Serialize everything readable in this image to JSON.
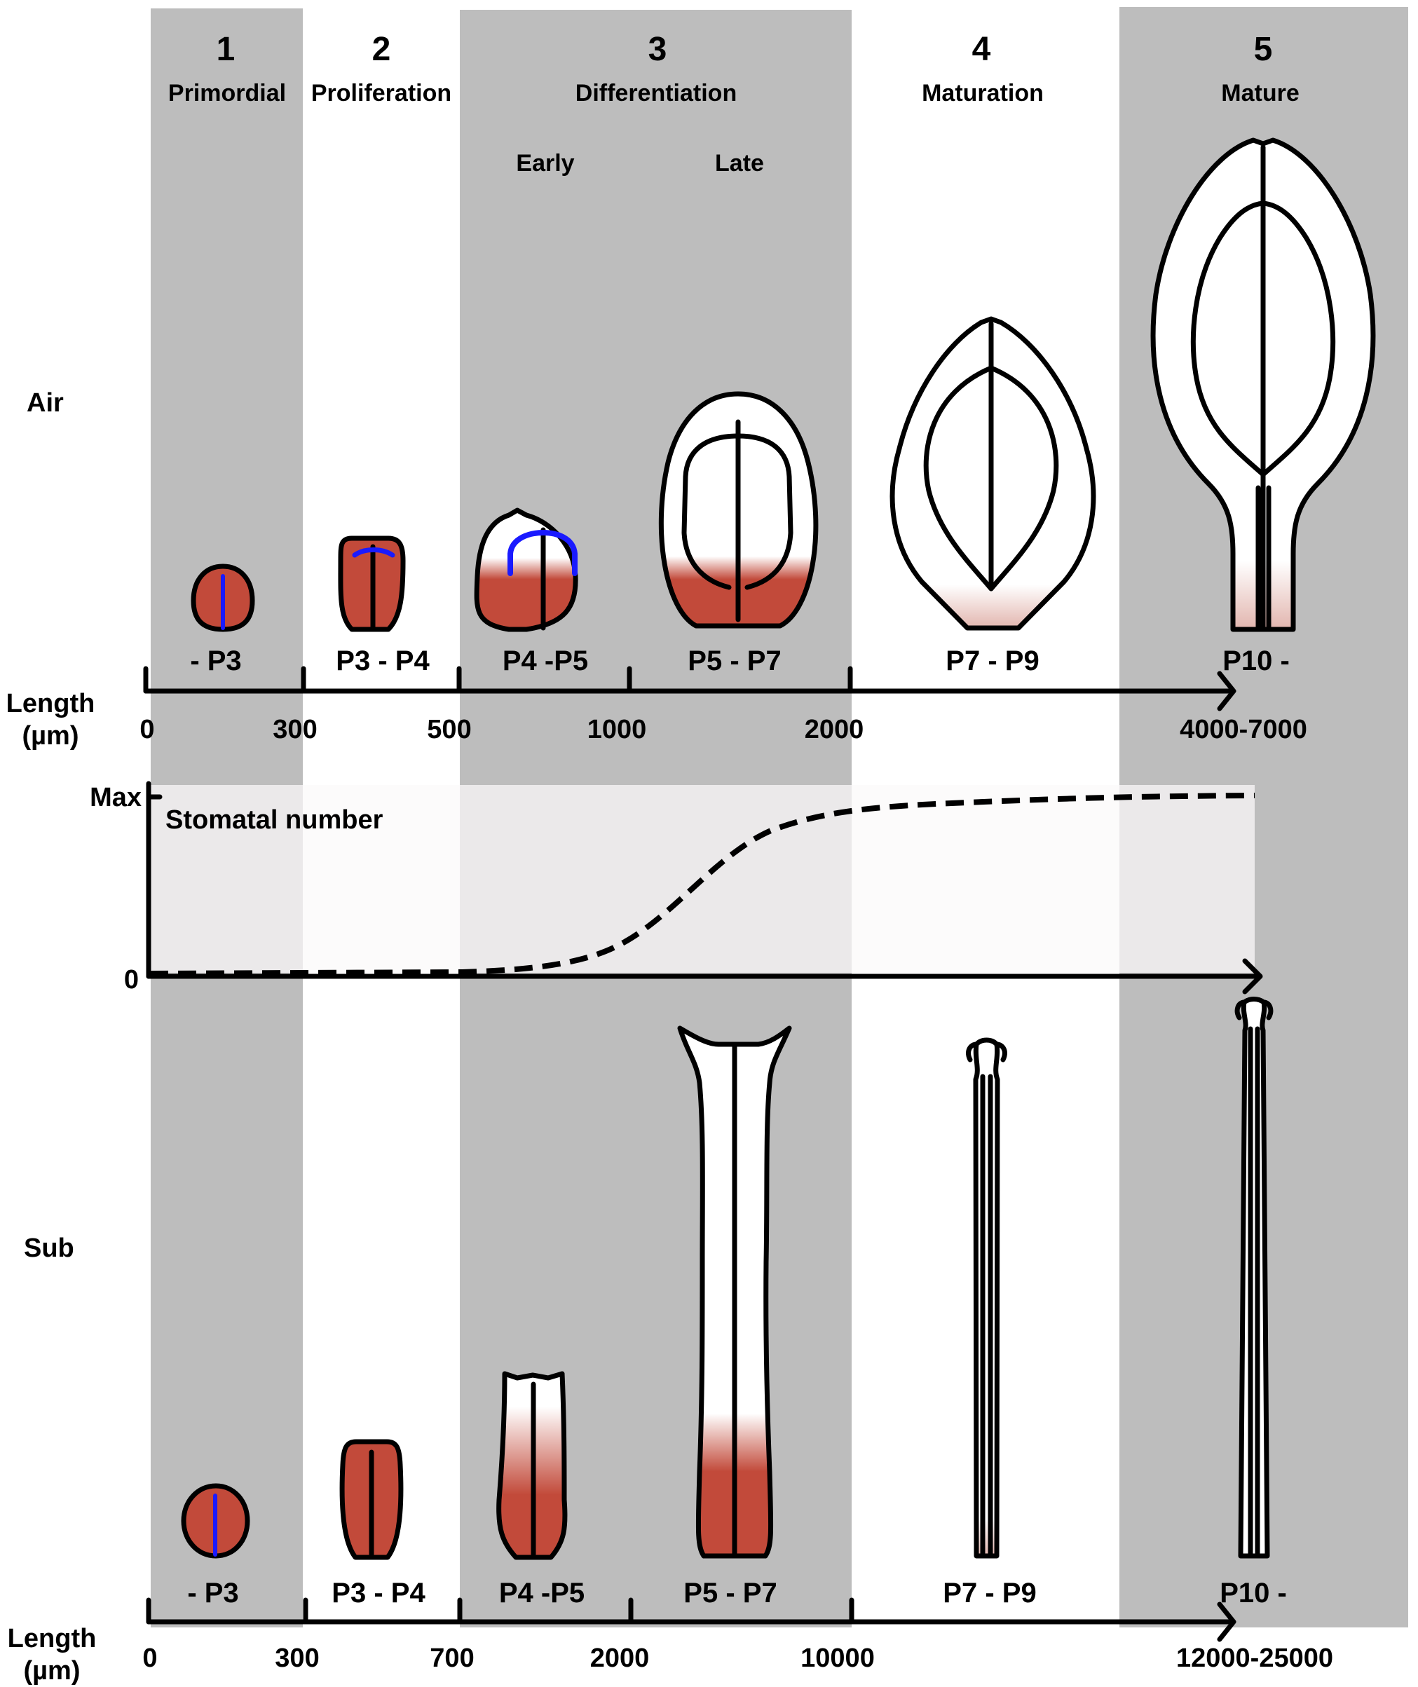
{
  "stages": [
    {
      "number": "1",
      "name": "Primordial"
    },
    {
      "number": "2",
      "name": "Proliferation"
    },
    {
      "number": "3",
      "name": "Differentiation",
      "sub": [
        "Early",
        "Late"
      ]
    },
    {
      "number": "4",
      "name": "Maturation"
    },
    {
      "number": "5",
      "name": "Mature"
    }
  ],
  "rows": {
    "air": "Air",
    "sub": "Sub"
  },
  "air_leaves": [
    "- P3",
    "P3 - P4",
    "P4 -P5",
    "P5 - P7",
    "P7 - P9",
    "P10 -"
  ],
  "sub_leaves": [
    "- P3",
    "P3 - P4",
    "P4 -P5",
    "P5 - P7",
    "P7 - P9",
    "P10 -"
  ],
  "length_label": [
    "Length",
    "(µm)"
  ],
  "air_axis_ticks": [
    "0",
    "300",
    "500",
    "1000",
    "2000",
    "4000-7000"
  ],
  "sub_axis_ticks": [
    "0",
    "300",
    "700",
    "2000",
    "10000",
    "12000-25000"
  ],
  "curve": {
    "label": "Stomatal number",
    "y_max": "Max",
    "y_min": "0"
  },
  "colors": {
    "band_gray": "#bdbdbd",
    "leaf_red": "#c24a3a",
    "vein_blue": "#1a1aff",
    "curve_panel": "#ebe9ea"
  }
}
